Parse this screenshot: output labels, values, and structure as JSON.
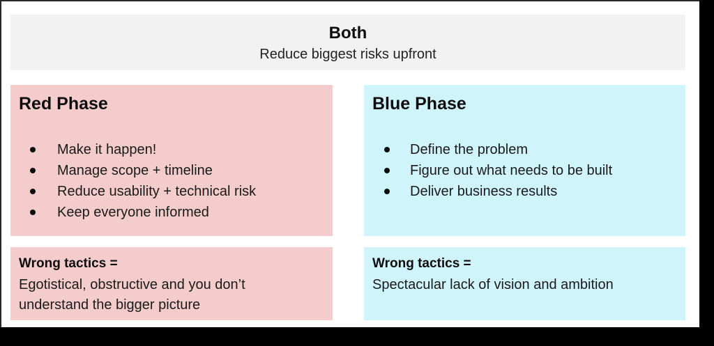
{
  "both": {
    "title": "Both",
    "subtitle": "Reduce biggest risks upfront",
    "background": "#f2f2f2"
  },
  "red_phase": {
    "title": "Red Phase",
    "color": "#f4cccc",
    "items": [
      "Make it happen!",
      "Manage scope + timeline",
      "Reduce usability + technical risk",
      "Keep everyone informed"
    ],
    "wrong_tactics": {
      "label": "Wrong tactics =",
      "description": "Egotistical, obstructive and you don’t understand the bigger picture"
    }
  },
  "blue_phase": {
    "title": "Blue Phase",
    "color": "#cff4fc",
    "items": [
      "Define the problem",
      "Figure out what needs to be built",
      "Deliver business results"
    ],
    "wrong_tactics": {
      "label": "Wrong tactics =",
      "description": "Spectacular lack of vision and ambition"
    }
  }
}
